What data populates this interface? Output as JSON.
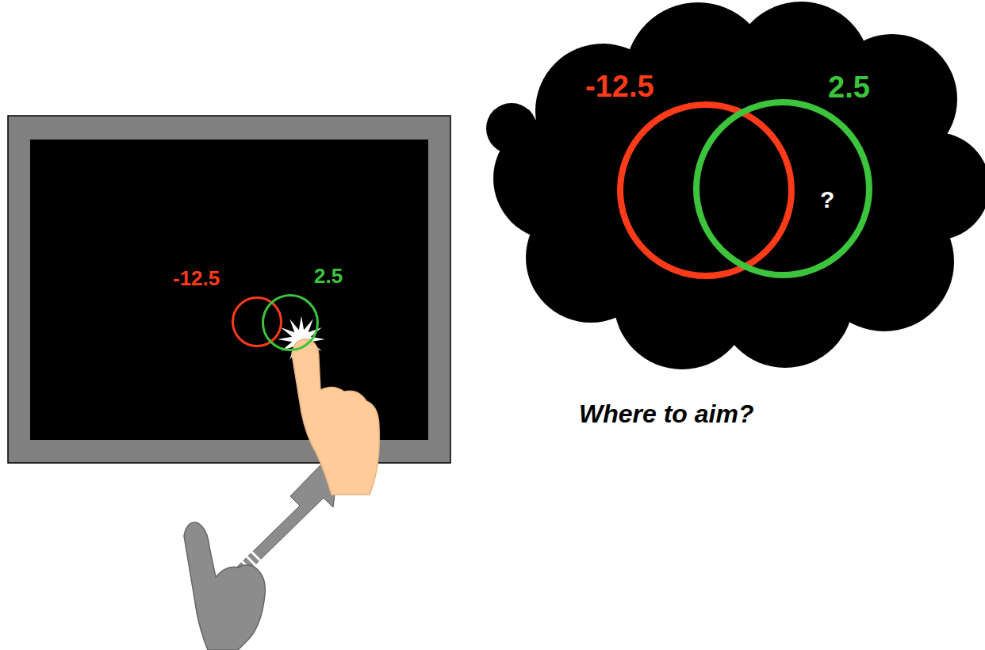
{
  "diagram": {
    "nodes": [
      {
        "text": [
          "-12.5"
        ]
      },
      {
        "text": [
          "2.5"
        ]
      },
      {
        "text": [
          "-12.5"
        ]
      },
      {
        "text": [
          "2.5",
          "?"
        ]
      }
    ],
    "labels": [
      "Where to aim?"
    ]
  }
}
